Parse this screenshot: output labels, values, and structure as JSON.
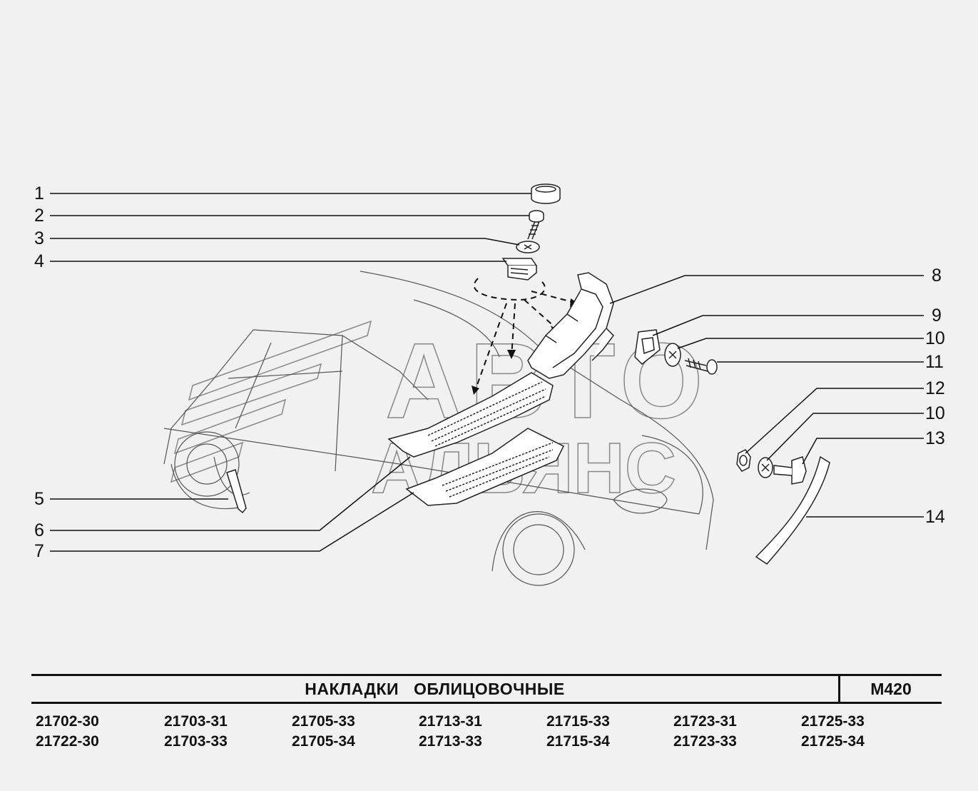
{
  "callouts": [
    {
      "id": "c1",
      "label": "1"
    },
    {
      "id": "c2",
      "label": "2"
    },
    {
      "id": "c3",
      "label": "3"
    },
    {
      "id": "c4",
      "label": "4"
    },
    {
      "id": "c5",
      "label": "5"
    },
    {
      "id": "c6",
      "label": "6"
    },
    {
      "id": "c7",
      "label": "7"
    },
    {
      "id": "c8",
      "label": "8"
    },
    {
      "id": "c9",
      "label": "9"
    },
    {
      "id": "c10a",
      "label": "10"
    },
    {
      "id": "c11",
      "label": "11"
    },
    {
      "id": "c12",
      "label": "12"
    },
    {
      "id": "c10b",
      "label": "10"
    },
    {
      "id": "c13",
      "label": "13"
    },
    {
      "id": "c14",
      "label": "14"
    }
  ],
  "watermark": {
    "line1": "АВТО",
    "line2": "АЛЬЯНС"
  },
  "title": "НАКЛАДКИ ОБЛИЦОВОЧНЫЕ",
  "code": "М420",
  "models": [
    [
      "21702-30",
      "21722-30"
    ],
    [
      "21703-31",
      "21703-33"
    ],
    [
      "21705-33",
      "21705-34"
    ],
    [
      "21713-31",
      "21713-33"
    ],
    [
      "21715-33",
      "21715-34"
    ],
    [
      "21723-31",
      "21723-33"
    ],
    [
      "21725-33",
      "21725-34"
    ]
  ],
  "colors": {
    "background": "#f1f1f1",
    "line": "#111111",
    "car_outline": "#555555"
  }
}
